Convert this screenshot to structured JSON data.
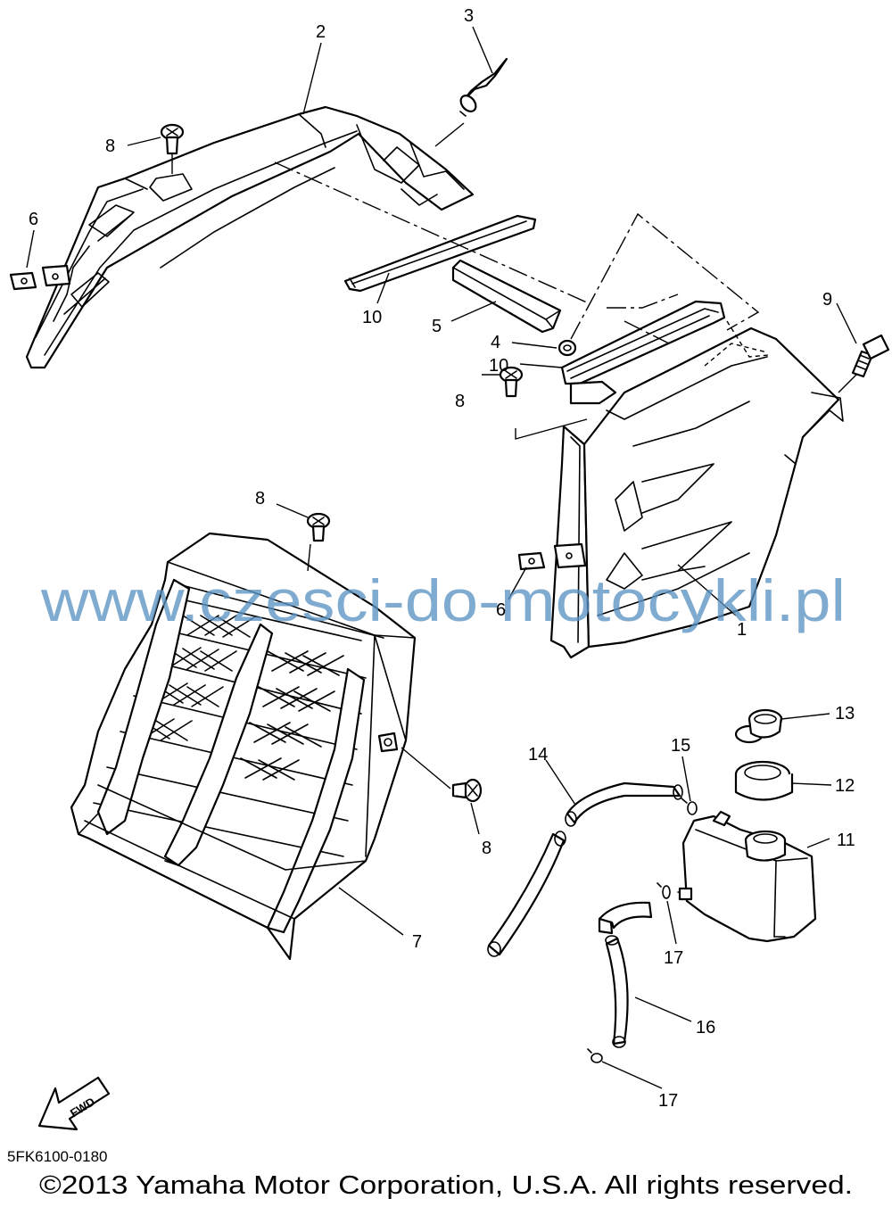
{
  "diagram_id": "5FK6100-0180",
  "copyright": "©2013 Yamaha Motor Corporation, U.S.A. All rights reserved.",
  "watermark": "www.czesci-do-motocykli.pl",
  "fwd_label": "FWD",
  "callouts": [
    {
      "id": "c1",
      "number": "1"
    },
    {
      "id": "c2",
      "number": "2"
    },
    {
      "id": "c3",
      "number": "3"
    },
    {
      "id": "c4",
      "number": "4"
    },
    {
      "id": "c5",
      "number": "5"
    },
    {
      "id": "c6a",
      "number": "6"
    },
    {
      "id": "c6b",
      "number": "6"
    },
    {
      "id": "c7",
      "number": "7"
    },
    {
      "id": "c8a",
      "number": "8"
    },
    {
      "id": "c8b",
      "number": "8"
    },
    {
      "id": "c8c",
      "number": "8"
    },
    {
      "id": "c8d",
      "number": "8"
    },
    {
      "id": "c9",
      "number": "9"
    },
    {
      "id": "c10a",
      "number": "10"
    },
    {
      "id": "c10b",
      "number": "10"
    },
    {
      "id": "c11",
      "number": "11"
    },
    {
      "id": "c12",
      "number": "12"
    },
    {
      "id": "c13",
      "number": "13"
    },
    {
      "id": "c14",
      "number": "14"
    },
    {
      "id": "c15",
      "number": "15"
    },
    {
      "id": "c16",
      "number": "16"
    },
    {
      "id": "c17a",
      "number": "17"
    },
    {
      "id": "c17b",
      "number": "17"
    }
  ]
}
